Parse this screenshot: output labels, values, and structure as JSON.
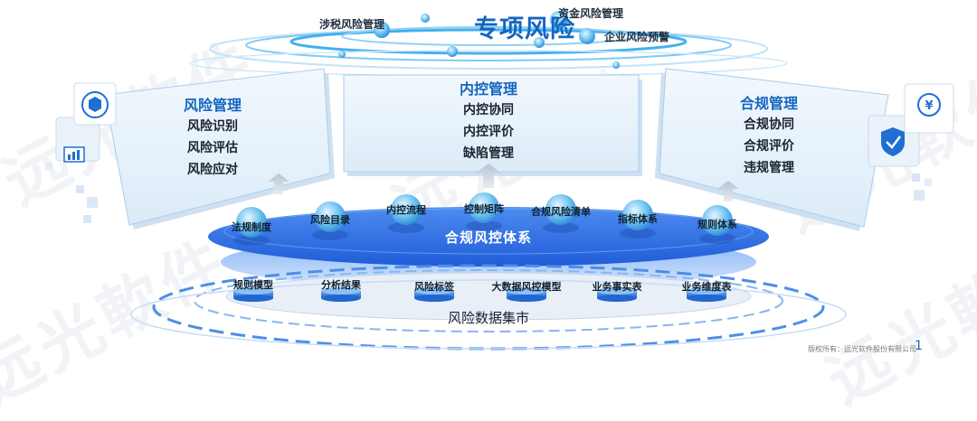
{
  "top": {
    "title": "专项风险",
    "items": [
      "涉税风险管理",
      "资金风险管理",
      "企业风险预警"
    ]
  },
  "panels": {
    "left": {
      "title": "风险管理",
      "items": [
        "风险识别",
        "风险评估",
        "风险应对"
      ]
    },
    "center": {
      "title": "内控管理",
      "items": [
        "内控协同",
        "内控评价",
        "缺陷管理"
      ]
    },
    "right": {
      "title": "合规管理",
      "items": [
        "合规协同",
        "合规评价",
        "违规管理"
      ]
    }
  },
  "middle": {
    "label": "合规风控体系",
    "nodes": [
      "法规制度",
      "风险目录",
      "内控流程",
      "控制矩阵",
      "合规风险清单",
      "指标体系",
      "规则体系"
    ]
  },
  "base": {
    "title": "风险数据集市",
    "items": [
      "规则模型",
      "分析结果",
      "风险标签",
      "大数据风控模型",
      "业务事实表",
      "业务维度表"
    ]
  },
  "footer": {
    "copyright": "版权所有：远光软件股份有限公司",
    "page": "1"
  },
  "watermark": "远光軟件",
  "colors": {
    "primary": "#1565c0",
    "oval": "#2f6fe6",
    "panel": "#e8f2fb"
  }
}
